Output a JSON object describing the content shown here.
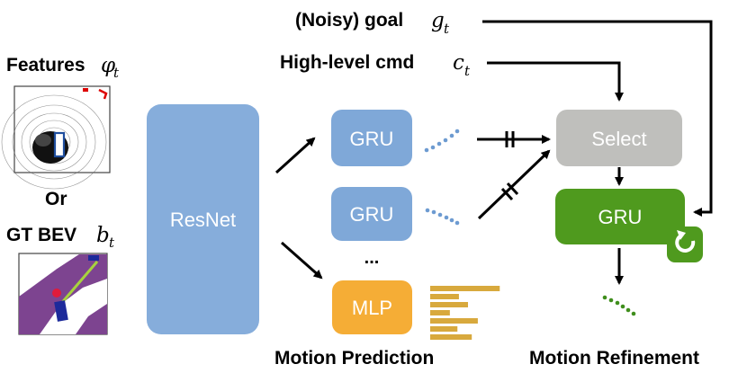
{
  "inputs": {
    "features_label": "Features",
    "features_symbol": "φ",
    "features_sub": "t",
    "or_label": "Or",
    "gt_bev_label": "GT BEV",
    "gt_bev_symbol": "b",
    "gt_bev_sub": "t"
  },
  "backbone": {
    "label": "ResNet"
  },
  "prediction": {
    "gru1_label": "GRU",
    "gru2_label": "GRU",
    "ellipsis": "...",
    "mlp_label": "MLP",
    "section_label": "Motion Prediction",
    "mlp_bar_values": [
      0.92,
      0.38,
      0.5,
      0.26,
      0.63,
      0.36,
      0.55
    ]
  },
  "refinement": {
    "goal_label": "(Noisy) goal",
    "goal_symbol": "g",
    "goal_sub": "t",
    "cmd_label": "High-level cmd",
    "cmd_symbol": "c",
    "cmd_sub": "t",
    "select_label": "Select",
    "gru_label": "GRU",
    "section_label": "Motion Refinement"
  },
  "colors": {
    "blue_box": "#7fa8d8",
    "resnet": "#86addb",
    "select": "#bfbfbc",
    "refine_gru": "#4f9a1e",
    "mlp": "#f5ad36",
    "bar": "#d8a93d",
    "dots_blue": "#6d9bd1",
    "dots_green": "#3f8e1c",
    "bev_purple": "#7d4490"
  }
}
